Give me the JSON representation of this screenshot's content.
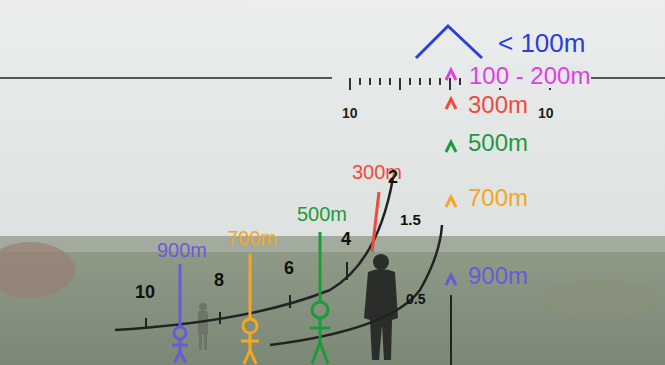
{
  "diagram": {
    "labels": [
      "10",
      "10",
      "900m",
      "700m",
      "500m",
      "300m",
      "10",
      "8",
      "6",
      "4",
      "2",
      "1.5",
      "0.5"
    ],
    "legend": [
      {
        "text": "< 100m"
      },
      {
        "text": "100 - 200m"
      },
      {
        "text": "300m"
      },
      {
        "text": "500m"
      },
      {
        "text": "700m"
      },
      {
        "text": "900m"
      }
    ]
  }
}
